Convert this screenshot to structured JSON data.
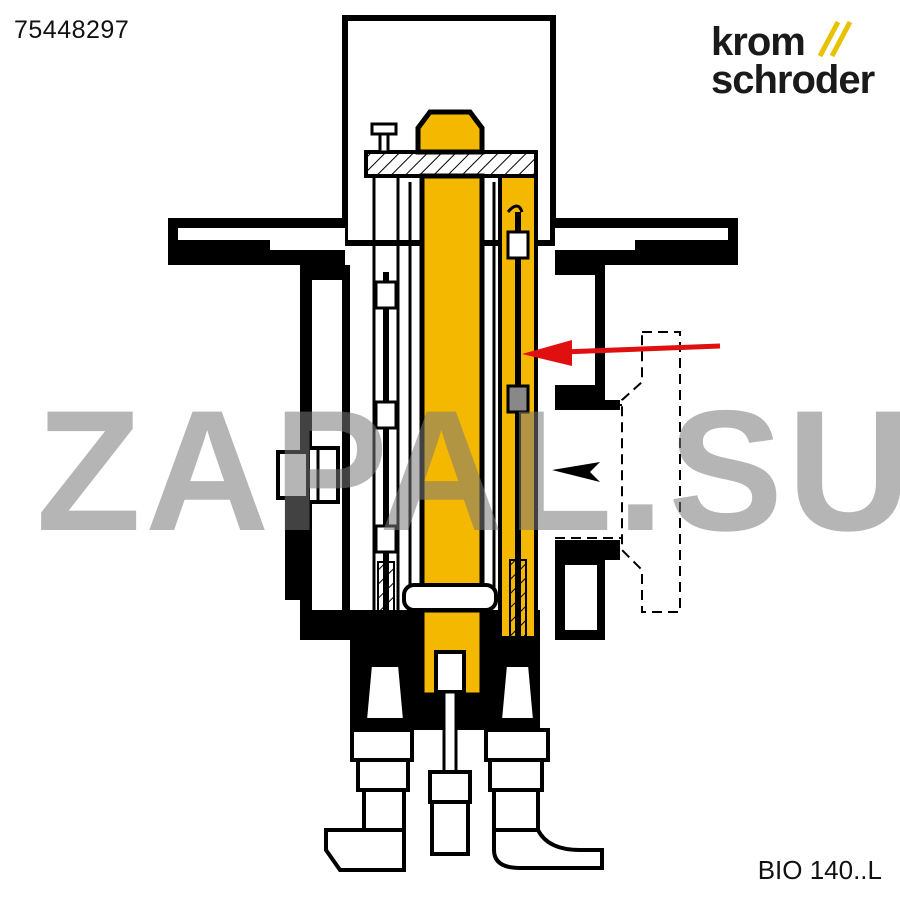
{
  "header": {
    "part_number": "75448297"
  },
  "brand": {
    "line1": "krom",
    "line2": "schroder"
  },
  "watermark": {
    "text": "ZAPAL.SU"
  },
  "footer": {
    "model": "BIO 140..L"
  },
  "colors": {
    "highlight": "#f5b800",
    "arrow": "#e01010",
    "ink": "#000000",
    "logo_slash": "#e6c200"
  }
}
